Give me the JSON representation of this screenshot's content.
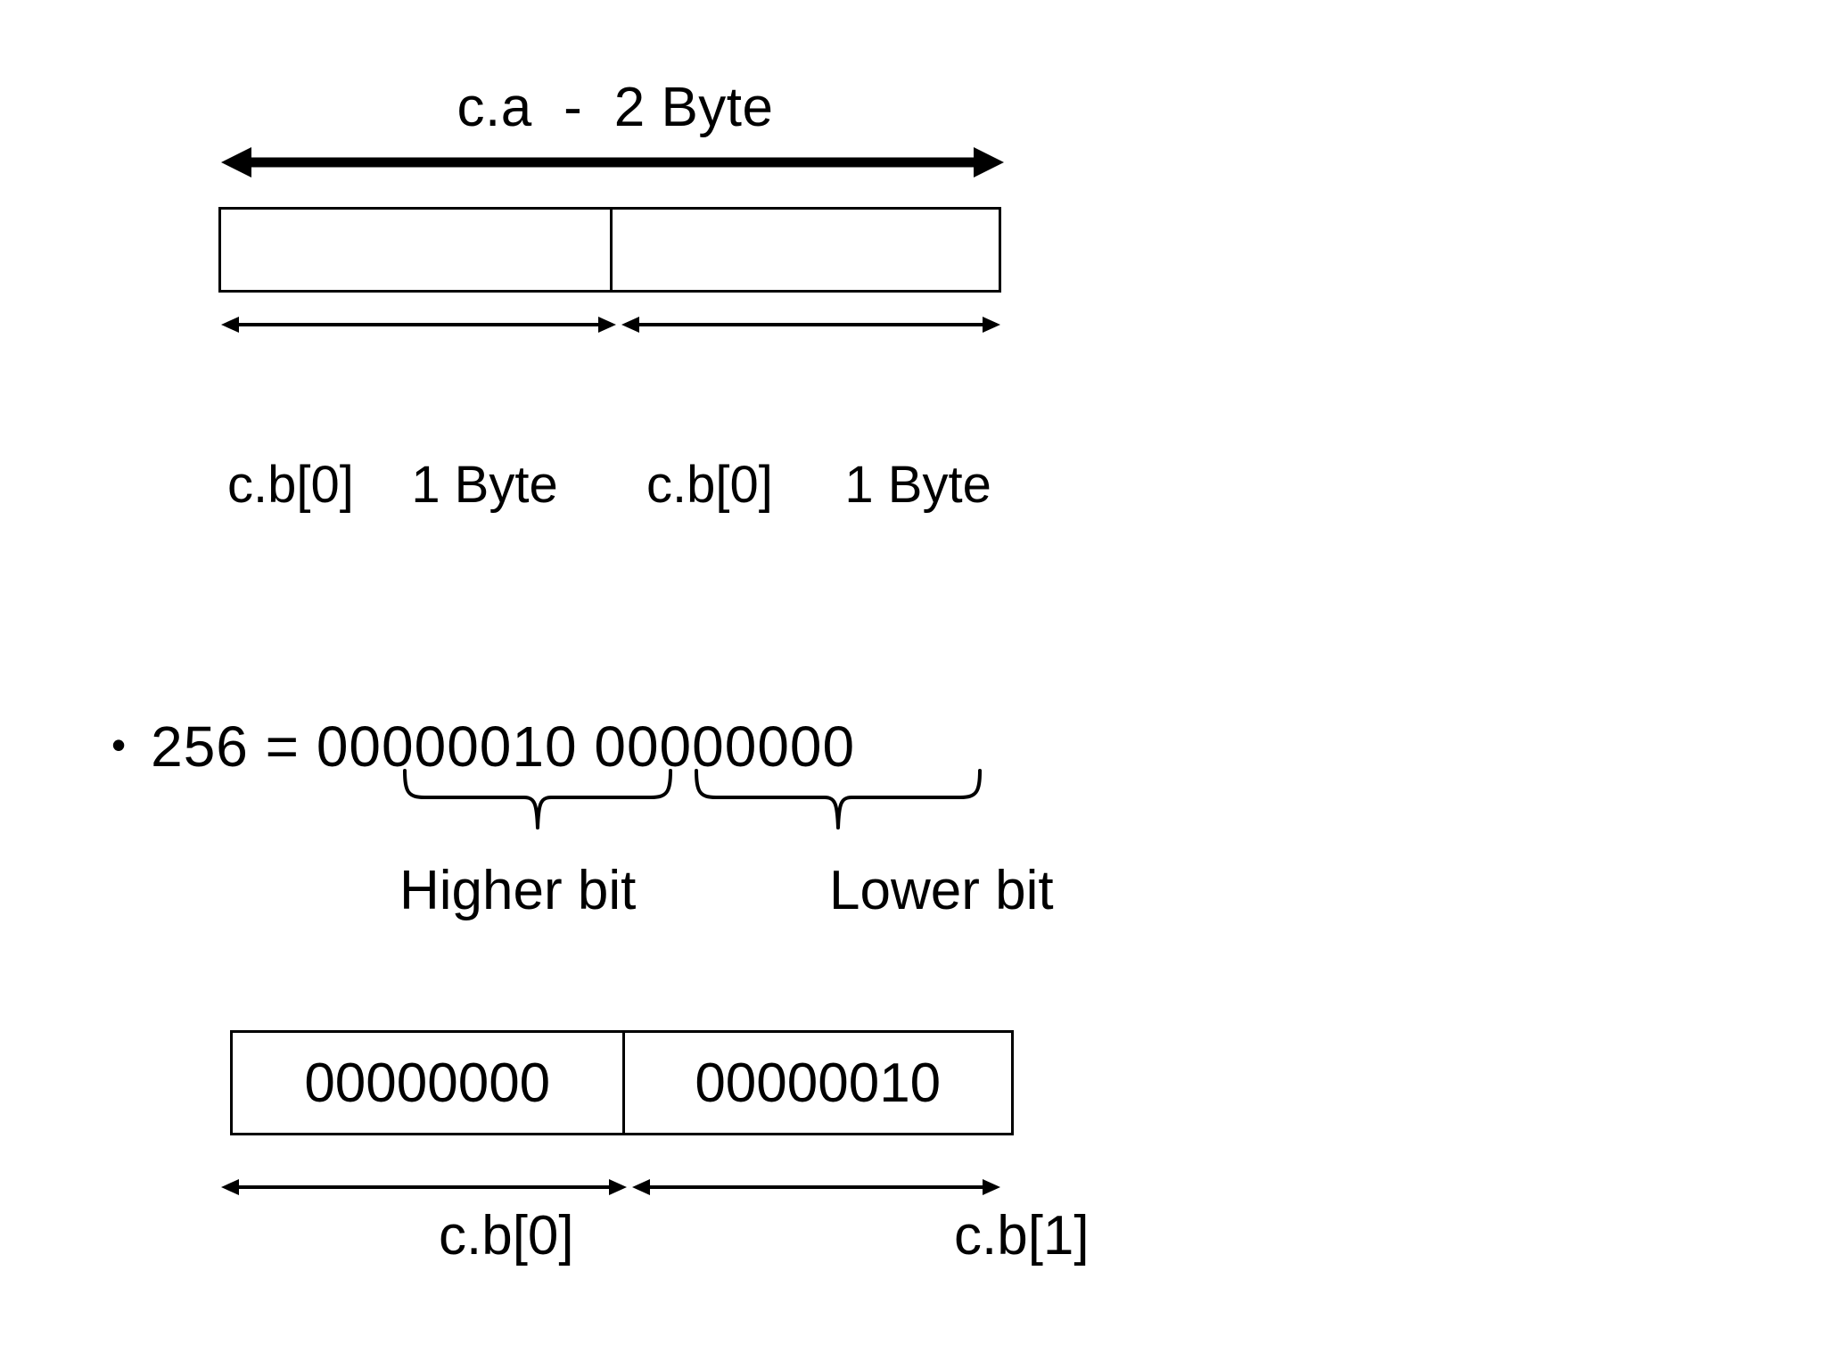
{
  "slide": {
    "background_color": "#ffffff",
    "ink_color": "#000000"
  },
  "diagram_top": {
    "title": "c.a  -  2 Byte",
    "span_arrow": {
      "name": "two-byte-span-arrow",
      "style": "double-headed",
      "weight": "thick"
    },
    "cells": [
      {
        "text": ""
      },
      {
        "text": ""
      }
    ],
    "segment_labels": [
      "c.b[0]    1 Byte",
      "c.b[0]     1 Byte"
    ]
  },
  "binary_line": {
    "bullet": "•",
    "text": "256 = 00000010 00000000",
    "value_decimal": "256",
    "equals": "=",
    "higher_byte": "00000010",
    "lower_byte": "00000000",
    "brace_labels": {
      "higher": "Higher bit",
      "lower": "Lower bit"
    }
  },
  "diagram_bottom": {
    "cells": [
      {
        "text": "00000000"
      },
      {
        "text": "00000010"
      }
    ],
    "segment_labels": [
      "c.b[0]",
      "c.b[1]"
    ]
  }
}
